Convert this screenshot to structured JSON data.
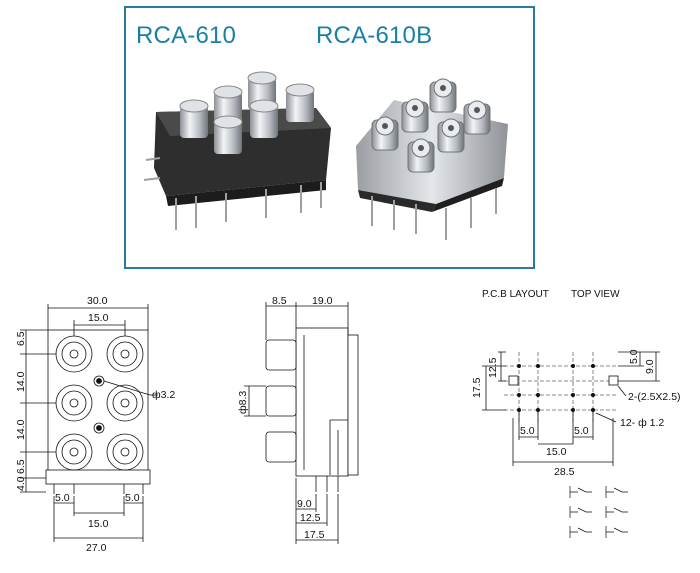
{
  "photo": {
    "model_left": "RCA-610",
    "model_right": "RCA-610B"
  },
  "front_view": {
    "dims": {
      "width_top": "30.0",
      "pitch_top": "15.0",
      "offset_top": "6.5",
      "pitch_v1": "14.0",
      "pitch_v2": "14.0",
      "offset_bottom": "6.5",
      "pin_offset": "4.0",
      "hole": "ф3.2",
      "pin_left": "5.0",
      "pin_right": "5.0",
      "pin_pitch": "15.0",
      "width_bottom": "27.0"
    }
  },
  "side_view": {
    "dims": {
      "jack_len": "8.5",
      "body_len": "19.0",
      "jack_dia": "ф8.3",
      "pin_a": "9.0",
      "pin_b": "12.5",
      "pin_c": "17.5"
    }
  },
  "pcb": {
    "header_layout": "P.C.B LAYOUT",
    "header_view": "TOP VIEW",
    "dims": {
      "d5_0": "5.0",
      "d9_0": "9.0",
      "d12_5": "12.5",
      "d17_5": "17.5",
      "slot": "2-(2.5X2.5)",
      "holes": "12- ф 1.2",
      "d5_left": "5.0",
      "d15": "15.0",
      "d5_right": "5.0",
      "d28_5": "28.5"
    }
  },
  "colors": {
    "frame": "#2b7a9e",
    "model_text": "#1a7fa8",
    "housing": "#3a3a3a",
    "chrome": "#c9ced3"
  }
}
